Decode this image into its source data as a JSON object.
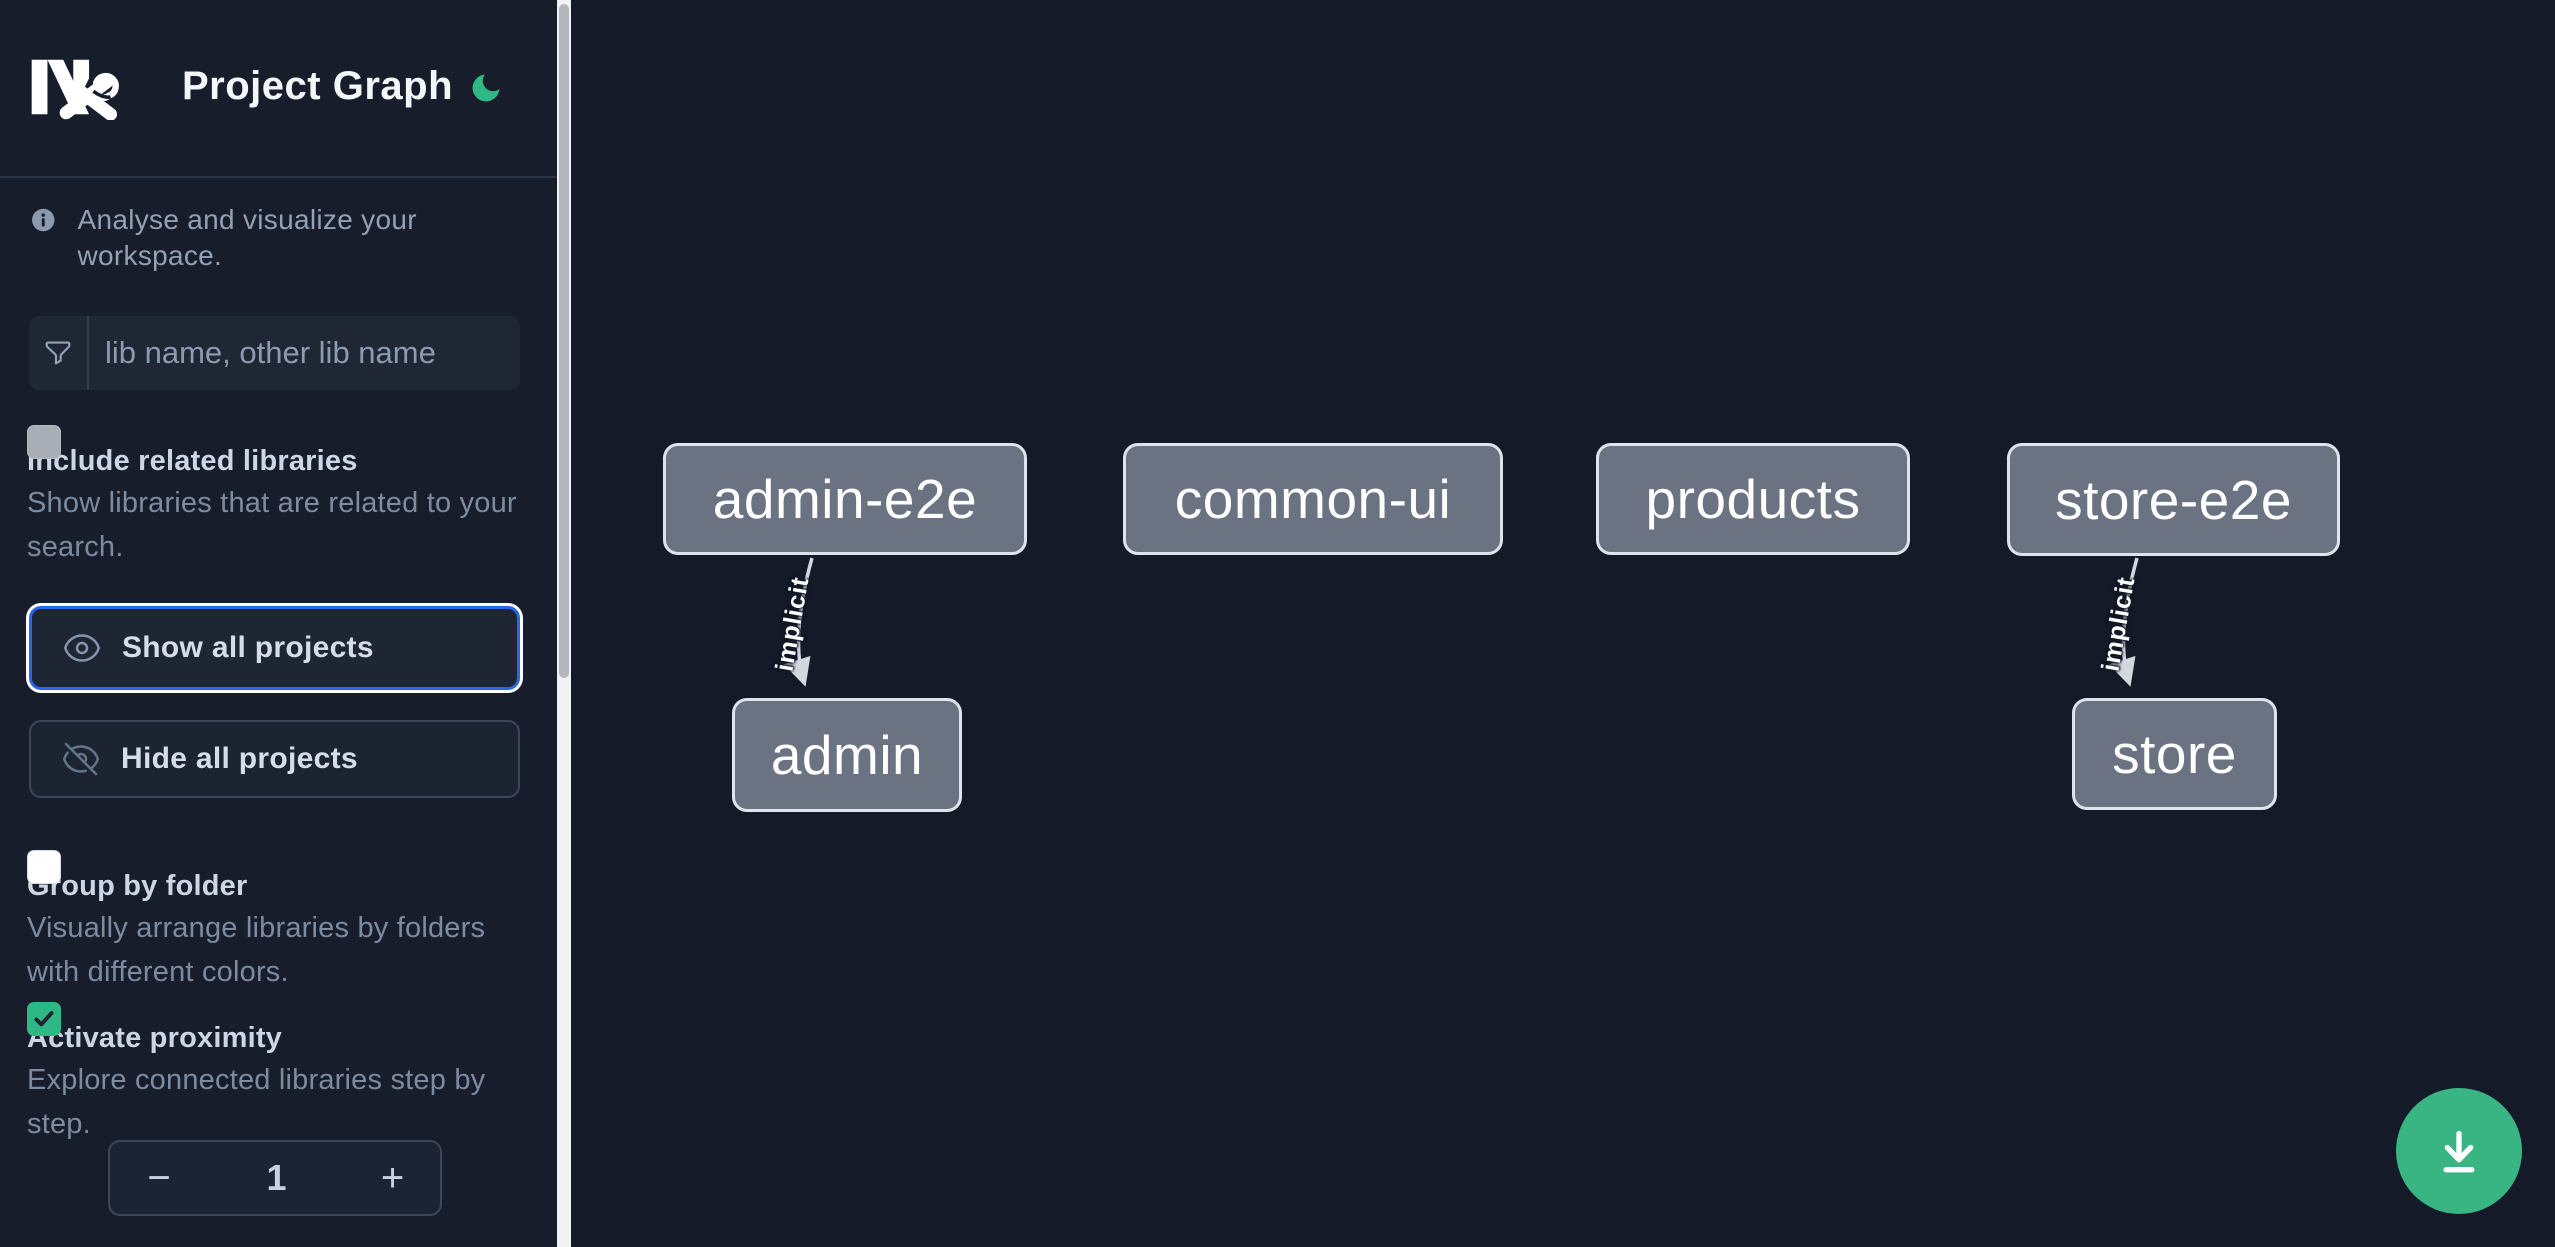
{
  "header": {
    "title": "Project Graph",
    "theme_toggle_icon": "moon-icon",
    "accent_color": "#2eb886"
  },
  "sidebar": {
    "tagline": "Analyse and visualize your workspace.",
    "search": {
      "placeholder": "lib name, other lib name",
      "icon": "funnel-icon"
    },
    "checkboxes": [
      {
        "label": "Include related libraries",
        "description": "Show libraries that are related to your search.",
        "checked": false,
        "disabled": true
      },
      {
        "label": "Group by folder",
        "description": "Visually arrange libraries by folders with different colors.",
        "checked": false,
        "disabled": false
      },
      {
        "label": "Activate proximity",
        "description": "Explore connected libraries step by step.",
        "checked": true,
        "disabled": false
      }
    ],
    "buttons": {
      "show_all": {
        "label": "Show all projects",
        "icon": "eye-icon",
        "focused": true
      },
      "hide_all": {
        "label": "Hide all projects",
        "icon": "eye-slash-icon",
        "focused": false
      }
    },
    "proximity_stepper": {
      "decrement": "−",
      "value": "1",
      "increment": "+"
    }
  },
  "graph": {
    "nodes": [
      {
        "label": "admin-e2e"
      },
      {
        "label": "common-ui"
      },
      {
        "label": "products"
      },
      {
        "label": "store-e2e"
      },
      {
        "label": "admin"
      },
      {
        "label": "store"
      }
    ],
    "edges": [
      {
        "source": "admin-e2e",
        "target": "admin",
        "label": "implicit"
      },
      {
        "source": "store-e2e",
        "target": "store",
        "label": "implicit"
      }
    ],
    "node_fill": "#6b7383",
    "node_border": "#dfe4ec",
    "edge_color": "#d3d8e0"
  },
  "fab": {
    "icon": "download-icon",
    "color": "#38b583"
  }
}
